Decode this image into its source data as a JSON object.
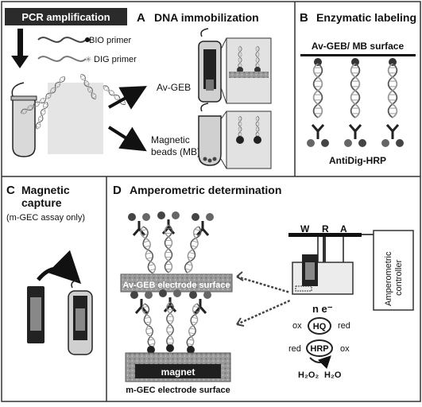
{
  "panels": {
    "pcr": {
      "title": "PCR amplification",
      "bio_primer": "BIO primer",
      "dig_primer": "DIG primer"
    },
    "a": {
      "letter": "A",
      "title": "DNA immobilization",
      "avgeb": "Av-GEB",
      "mb_line1": "Magnetic",
      "mb_line2": "beads (MB)"
    },
    "b": {
      "letter": "B",
      "title": "Enzymatic labeling",
      "surface": "Av-GEB/ MB surface",
      "antidig": "AntiDig-HRP"
    },
    "c": {
      "letter": "C",
      "title_line1": "Magnetic",
      "title_line2": "capture",
      "note": "(m-GEC assay only)"
    },
    "d": {
      "letter": "D",
      "title": "Amperometric determination",
      "avgeb_surface": "Av-GEB electrode surface",
      "magnet": "magnet",
      "mgec_surface": "m-GEC electrode surface",
      "w": "W",
      "r": "R",
      "a": "A",
      "controller_line1": "Amperometric",
      "controller_line2": "controller",
      "electrons": "n e⁻",
      "ox1": "ox",
      "hq": "HQ",
      "red1": "red",
      "red2": "red",
      "hrp": "HRP",
      "ox2": "ox",
      "h2o2": "H₂O₂",
      "h2o": "H₂O"
    }
  },
  "colors": {
    "border": "#333333",
    "pcr_bg": "#2b2b2b",
    "electrode": "#8c8c8c",
    "magnet": "#1f1f1f"
  }
}
